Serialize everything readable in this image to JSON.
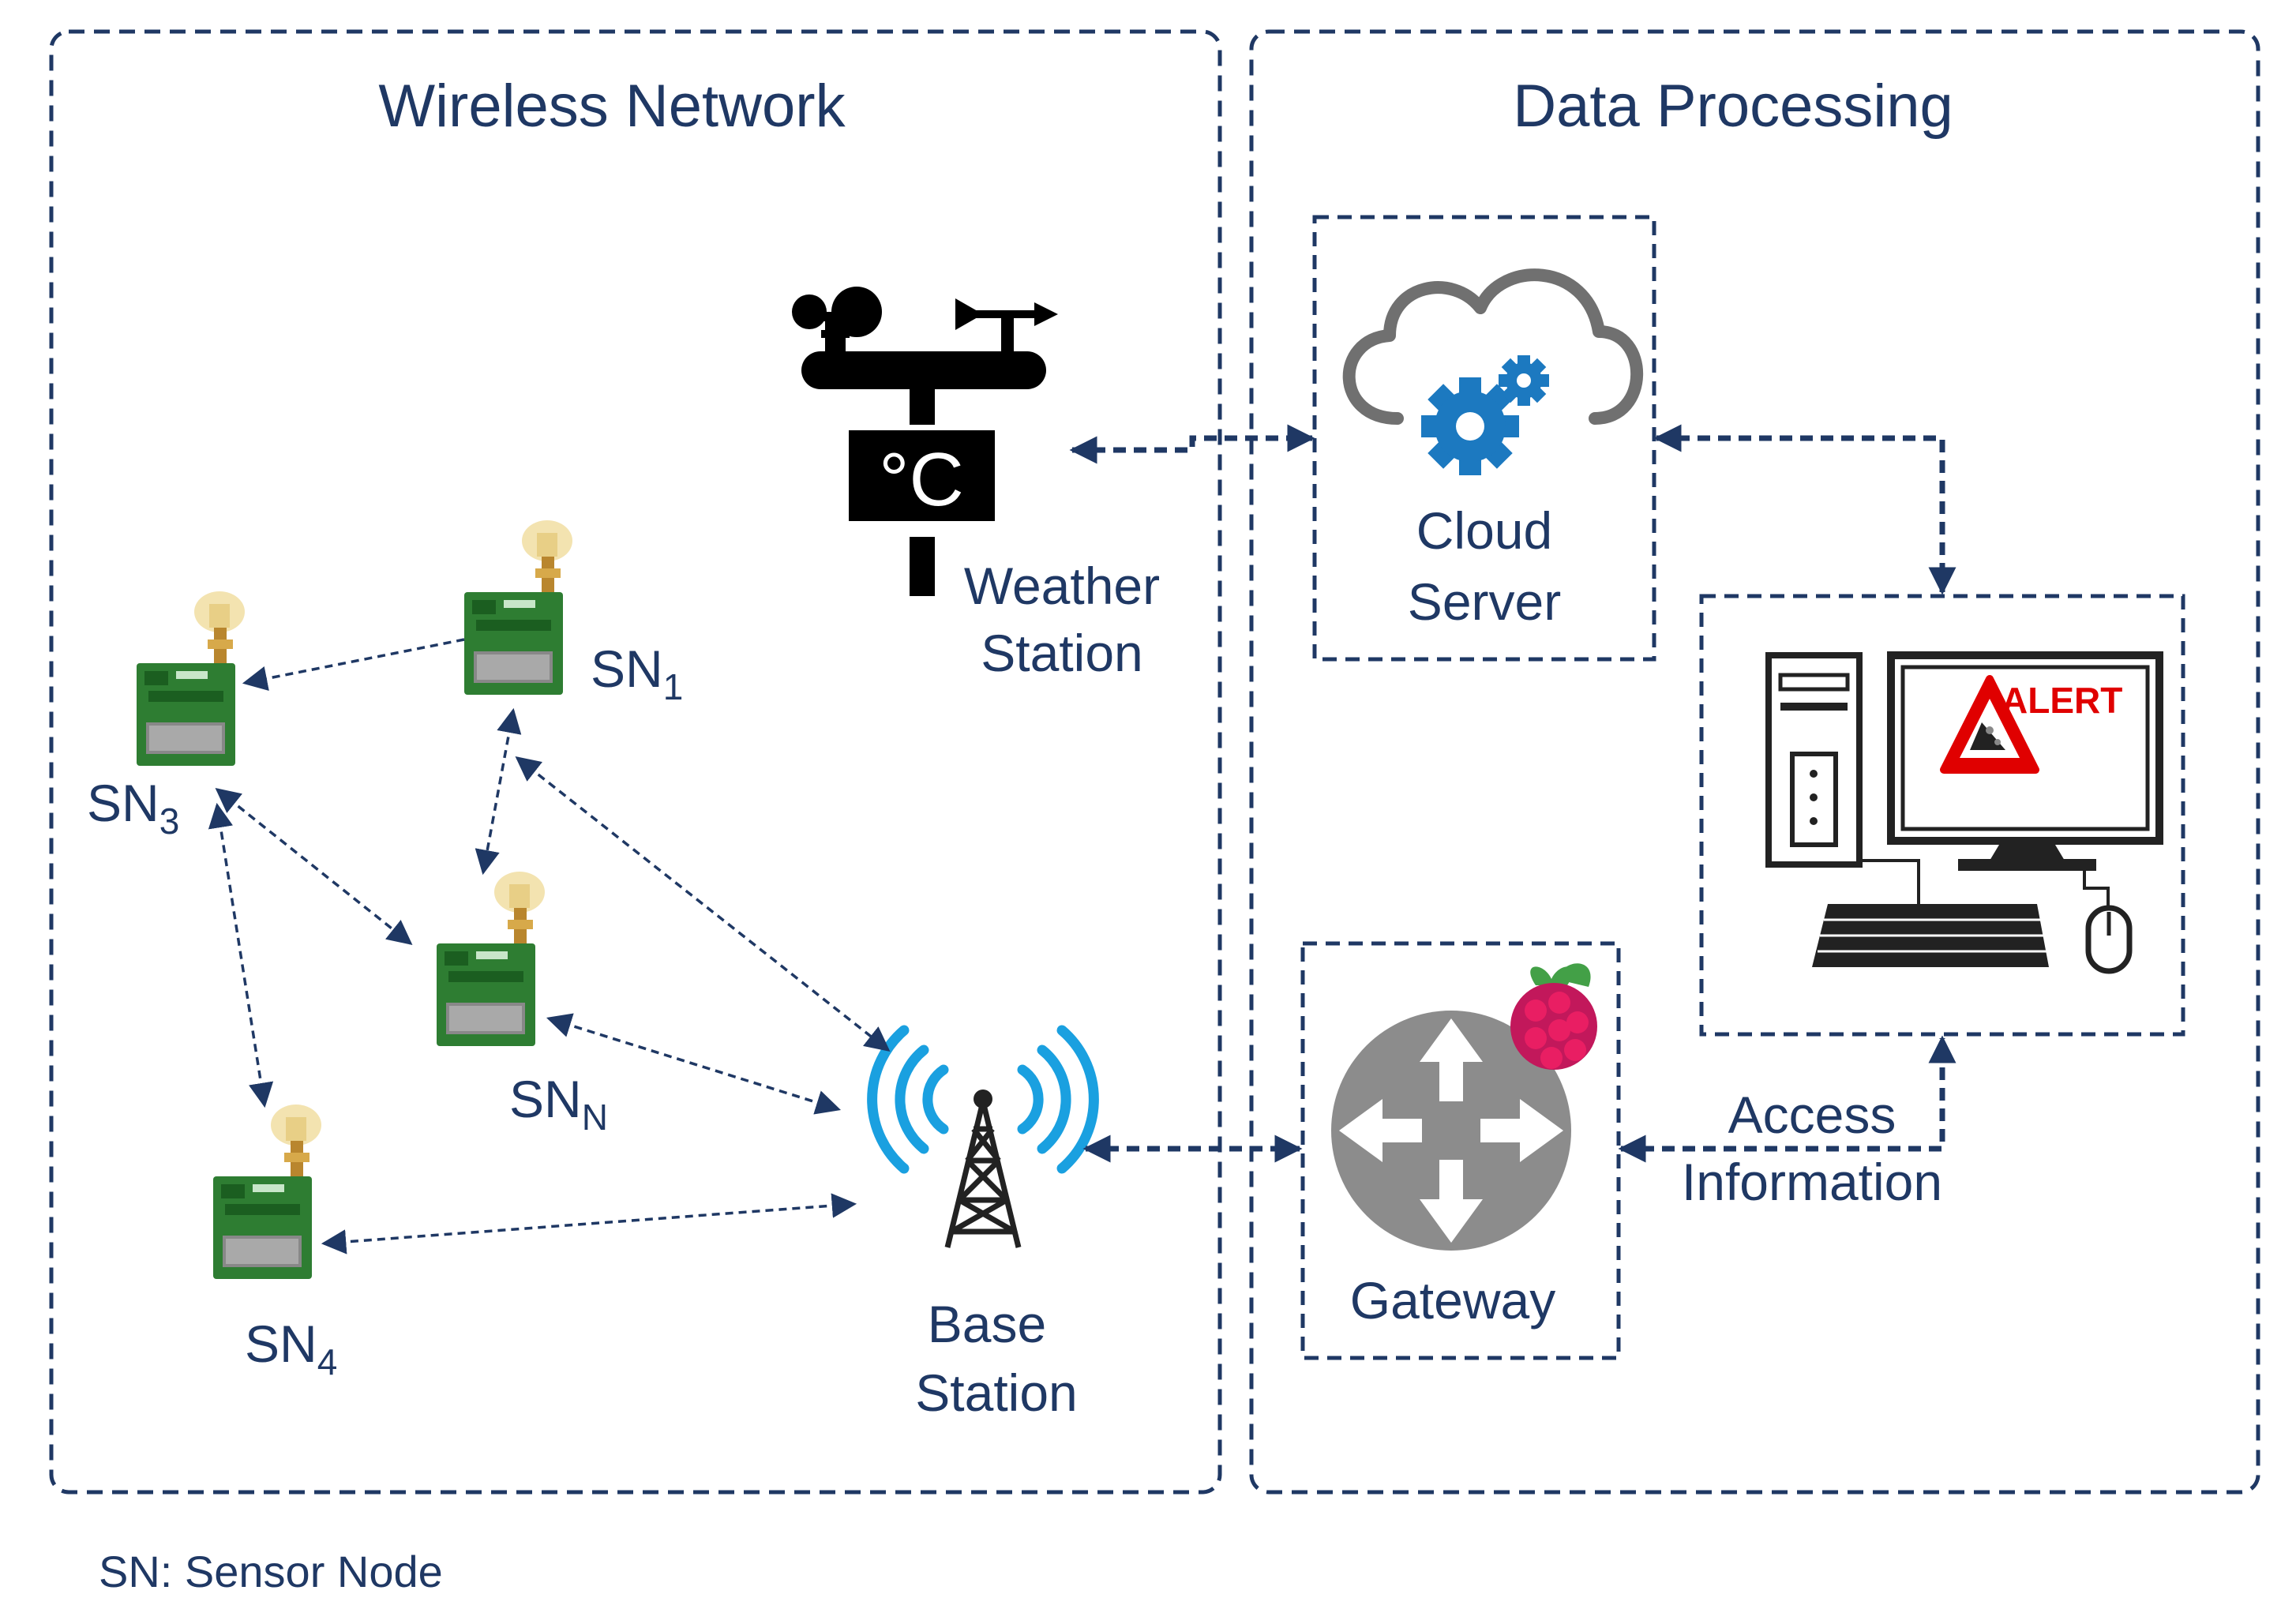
{
  "panels": {
    "wireless_title": "Wireless Network",
    "processing_title": "Data Processing"
  },
  "weather_station": {
    "line1": "Weather",
    "line2": "Station",
    "unit": "°C"
  },
  "cloud_server": {
    "line1": "Cloud",
    "line2": "Server"
  },
  "base_station": {
    "line1": "Base",
    "line2": "Station"
  },
  "gateway": {
    "label": "Gateway"
  },
  "access_information": {
    "line1": "Access",
    "line2": "Information"
  },
  "alert": {
    "text": "ALERT"
  },
  "sensor_nodes": [
    {
      "id": "sn1",
      "base": "SN",
      "sub": "1"
    },
    {
      "id": "sn3",
      "base": "SN",
      "sub": "3"
    },
    {
      "id": "snn",
      "base": "SN",
      "sub": "N"
    },
    {
      "id": "sn4",
      "base": "SN",
      "sub": "4"
    }
  ],
  "legend": {
    "text": "SN: Sensor Node"
  },
  "colors": {
    "navy": "#1f3864",
    "tower_blue": "#1aa0e0",
    "cloud_gray": "#707070",
    "gear_blue": "#1c79c0",
    "alert_red": "#e00000",
    "pcb_green": "#2e7d32",
    "raspberry": "#c2185b"
  }
}
